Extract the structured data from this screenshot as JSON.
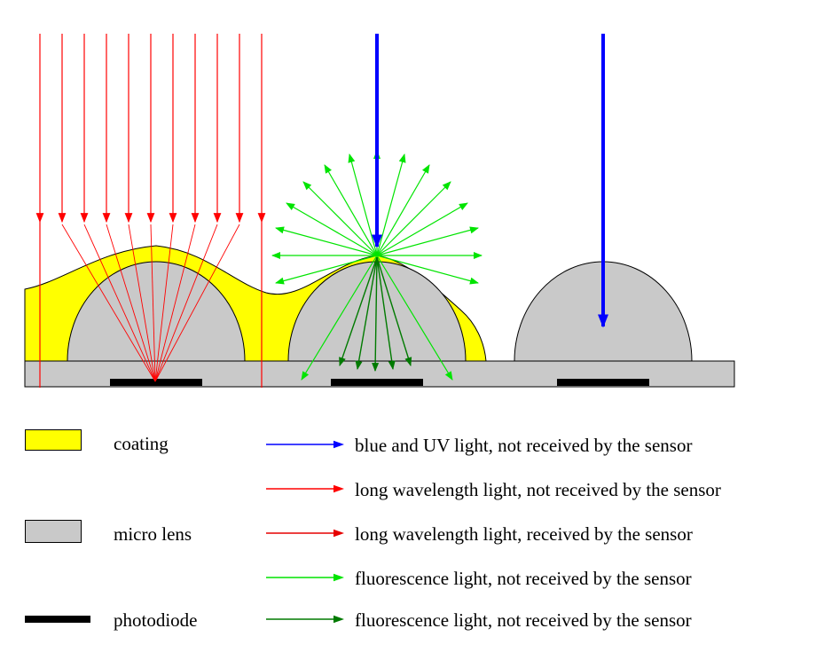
{
  "colors": {
    "coating": "#ffff00",
    "micro_lens": "#c9c9c9",
    "substrate": "#c9c9c9",
    "photodiode": "#000000",
    "blue_ray": "#0000ff",
    "red_ray": "#ff0000",
    "fluorescence_light": "#00e400",
    "fluorescence_dark": "#007a00",
    "outline": "#000000"
  },
  "legend": {
    "materials": [
      {
        "name": "coating",
        "label": "coating"
      },
      {
        "name": "micro-lens",
        "label": "micro lens"
      },
      {
        "name": "photodiode",
        "label": "photodiode"
      }
    ],
    "rays": [
      {
        "name": "blue-uv",
        "label": "blue and UV light, not received by the sensor",
        "color": "#0000ff"
      },
      {
        "name": "long-wavelength-not-received",
        "label": "long wavelength light, not received by the sensor",
        "color": "#ff0000"
      },
      {
        "name": "long-wavelength-received",
        "label": "long wavelength light, received by the sensor",
        "color": "#e60000"
      },
      {
        "name": "fluorescence-light-green",
        "label": "fluorescence light, not received by the sensor",
        "color": "#00e400"
      },
      {
        "name": "fluorescence-dark-green",
        "label": "fluorescence light, not received by the sensor",
        "color": "#007a00"
      }
    ]
  }
}
